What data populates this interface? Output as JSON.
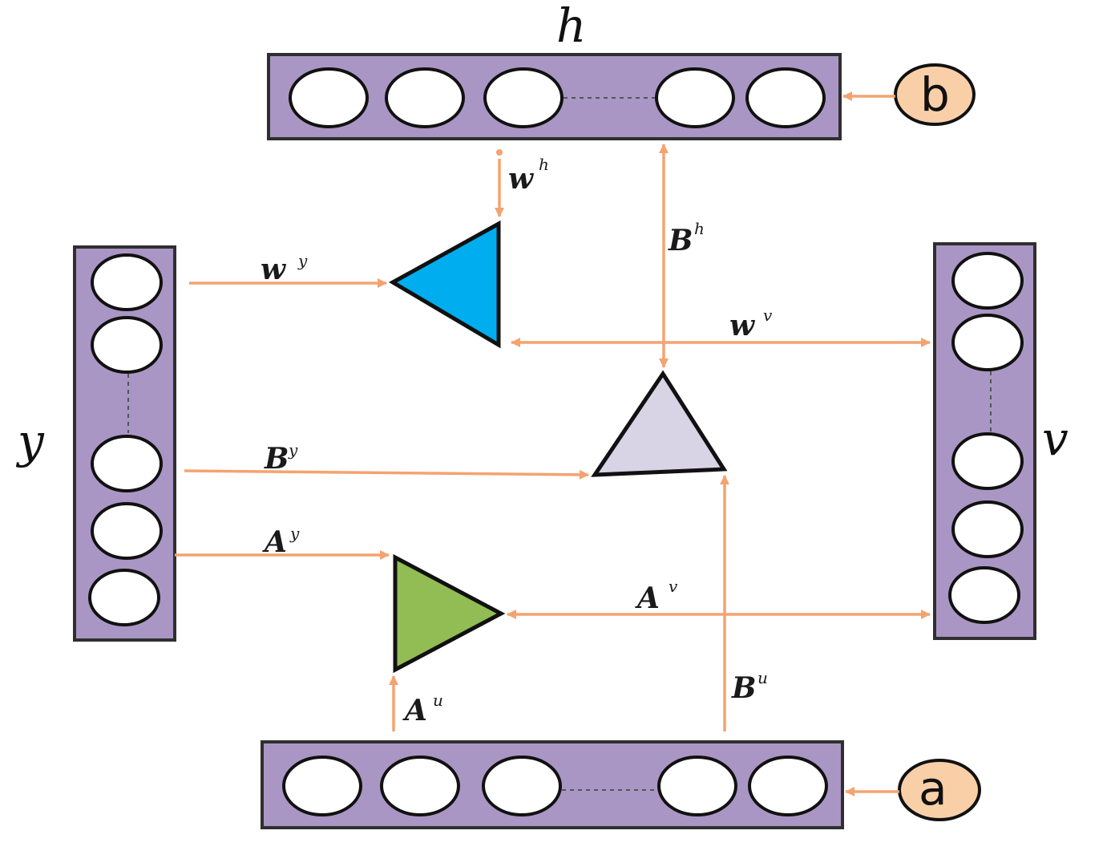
{
  "layers": {
    "h": "h",
    "y": "y",
    "v": "v"
  },
  "bias_nodes": {
    "b": "b",
    "a": "a"
  },
  "weights": {
    "wh": {
      "base": "w",
      "sup": "h"
    },
    "wy": {
      "base": "w",
      "sup": "y"
    },
    "wv": {
      "base": "w",
      "sup": "v"
    },
    "Bh": {
      "base": "B",
      "sup": "h"
    },
    "By": {
      "base": "B",
      "sup": "y"
    },
    "Ay": {
      "base": "A",
      "sup": "y"
    },
    "Av": {
      "base": "A",
      "sup": "v"
    },
    "Au": {
      "base": "A",
      "sup": "u"
    },
    "Bu": {
      "base": "B",
      "sup": "u"
    }
  },
  "colors": {
    "layer_fill": "#a996c4",
    "connection": "#f4a370",
    "triangle_blue": "#00aeef",
    "triangle_lavender": "#d9d3e6",
    "triangle_green": "#92bd54",
    "bias_fill": "#f9cfa8"
  }
}
